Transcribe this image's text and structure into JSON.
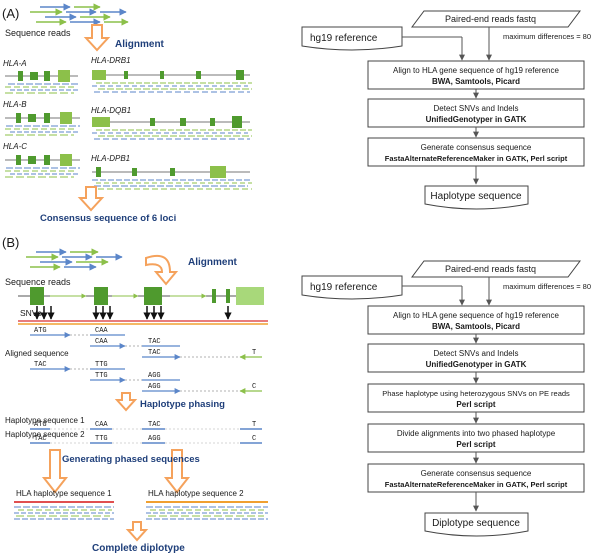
{
  "panel_a": {
    "label": "(A)",
    "sequence_reads": "Sequence reads",
    "alignment": "Alignment",
    "genes": [
      "HLA-A",
      "HLA-DRB1",
      "HLA-B",
      "HLA-DQB1",
      "HLA-C",
      "HLA-DPB1"
    ],
    "consensus": "Consensus sequence of 6 loci",
    "flow": {
      "reference": "hg19 reference",
      "input": "Paired-end reads fastq",
      "max_diff": "maximum differences = 80",
      "steps": [
        {
          "line1": "Align to HLA gene sequence of hg19 reference",
          "line2": "BWA, Samtools, Picard"
        },
        {
          "line1": "Detect SNVs and Indels",
          "line2": "UnifiedGenotyper in GATK"
        },
        {
          "line1": "Generate consensus sequence",
          "line2": "FastaAlternateReferenceMaker in GATK, Perl script"
        }
      ],
      "output": "Haplotype sequence"
    }
  },
  "panel_b": {
    "label": "(B)",
    "alignment": "Alignment",
    "sequence_reads": "Sequence reads",
    "snvs": "SNVs",
    "aligned_sequence": "Aligned sequence",
    "codons_row1": [
      "ATG",
      "CAA"
    ],
    "codons_row2": [
      "CAA",
      "TAC"
    ],
    "codons_row3": [
      "TAC",
      "TAC",
      "T"
    ],
    "codons_row4": [
      "TTG"
    ],
    "codons_row5": [
      "TTG",
      "AGG"
    ],
    "codons_row6": [
      "AGG",
      "C"
    ],
    "haplotype_phasing": "Haplotype phasing",
    "hap1_label": "Haplotype sequence 1",
    "hap2_label": "Haplotype sequence 2",
    "hap1_codons": [
      "ATG",
      "CAA",
      "TAC",
      "T"
    ],
    "hap2_codons": [
      "TAC",
      "TTG",
      "AGG",
      "C"
    ],
    "generating": "Generating phased sequences",
    "hla_hap1": "HLA haplotype sequence 1",
    "hla_hap2": "HLA haplotype sequence 2",
    "complete": "Complete diplotype",
    "flow": {
      "reference": "hg19 reference",
      "input": "Paired-end reads fastq",
      "max_diff": "maximum differences = 80",
      "steps": [
        {
          "line1": "Align to HLA gene sequence of hg19 reference",
          "line2": "BWA, Samtools, Picard"
        },
        {
          "line1": "Detect SNVs and Indels",
          "line2": "UnifiedGenotyper in GATK"
        },
        {
          "line1": "Phase haplotype using heterozygous SNVs on PE reads",
          "line2": "Perl script"
        },
        {
          "line1": "Divide alignments into two phased haplotype",
          "line2": "Perl script"
        },
        {
          "line1": "Generate consensus sequence",
          "line2": "FastaAlternateReferenceMaker in GATK, Perl script"
        }
      ],
      "output": "Diplotype sequence"
    }
  },
  "colors": {
    "read_blue": "#5b86c9",
    "read_green": "#8cc04a",
    "gene_green": "#4f9a2e",
    "arrow_orange": "#f5a25c",
    "title_blue": "#1f3f7a",
    "line_red": "#e05050",
    "line_orange": "#f0a030"
  }
}
